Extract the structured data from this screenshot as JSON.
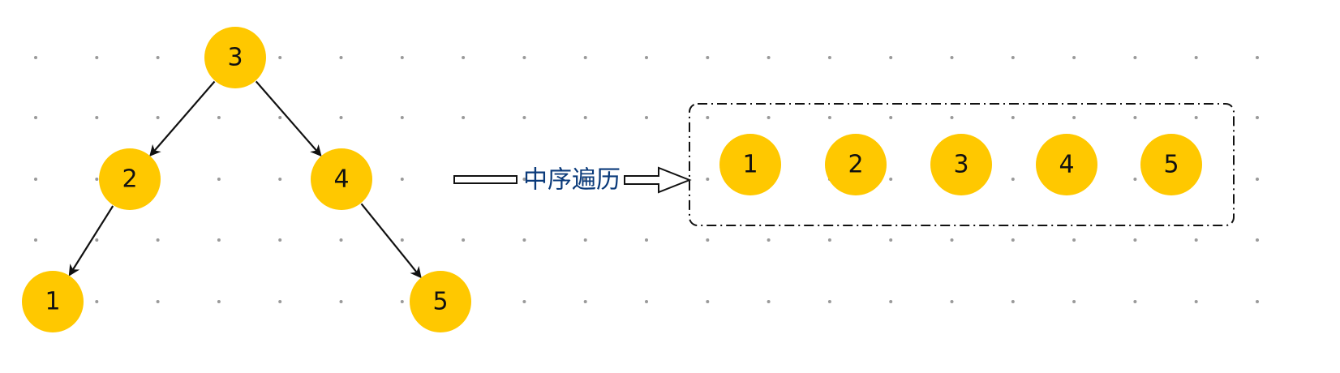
{
  "tree": {
    "nodes": [
      {
        "id": "3",
        "label": "3"
      },
      {
        "id": "2",
        "label": "2"
      },
      {
        "id": "4",
        "label": "4"
      },
      {
        "id": "1",
        "label": "1"
      },
      {
        "id": "5",
        "label": "5"
      }
    ],
    "edges": [
      {
        "from": "3",
        "to": "2"
      },
      {
        "from": "3",
        "to": "4"
      },
      {
        "from": "2",
        "to": "1"
      },
      {
        "from": "4",
        "to": "5"
      }
    ]
  },
  "traversal": {
    "label": "中序遍历",
    "result": [
      "1",
      "2",
      "3",
      "4",
      "5"
    ]
  },
  "colors": {
    "node_fill": "#ffc800",
    "edge": "#111111",
    "label_text": "#0a3a7a",
    "grid_dot": "#9a9a9a"
  }
}
